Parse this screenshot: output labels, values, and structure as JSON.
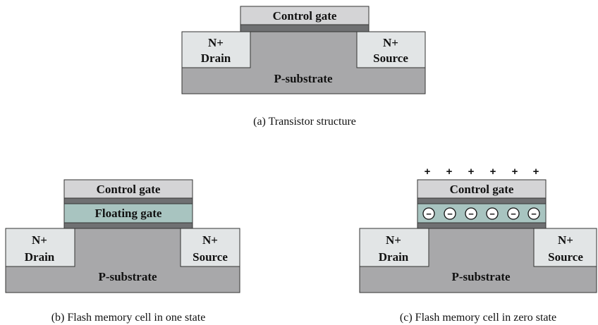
{
  "colors": {
    "substrate": "#a8a8aa",
    "region": "#e2e5e6",
    "oxide": "#6f7072",
    "gate": "#d4d4d6",
    "floating_gate": "#a8c4c0",
    "outline": "#333333"
  },
  "diagram_a": {
    "control_gate": "Control gate",
    "drain_top": "N+",
    "drain_bottom": "Drain",
    "source_top": "N+",
    "source_bottom": "Source",
    "substrate": "P-substrate",
    "caption": "(a) Transistor structure"
  },
  "diagram_b": {
    "control_gate": "Control gate",
    "floating_gate": "Floating gate",
    "drain_top": "N+",
    "drain_bottom": "Drain",
    "source_top": "N+",
    "source_bottom": "Source",
    "substrate": "P-substrate",
    "caption": "(b) Flash memory cell in one state"
  },
  "diagram_c": {
    "positive_charges": [
      "+",
      "+",
      "+",
      "+",
      "+",
      "+"
    ],
    "negative_charges": [
      "−",
      "−",
      "−",
      "−",
      "−",
      "−"
    ],
    "control_gate": "Control gate",
    "drain_top": "N+",
    "drain_bottom": "Drain",
    "source_top": "N+",
    "source_bottom": "Source",
    "substrate": "P-substrate",
    "caption": "(c) Flash memory cell in zero state"
  }
}
